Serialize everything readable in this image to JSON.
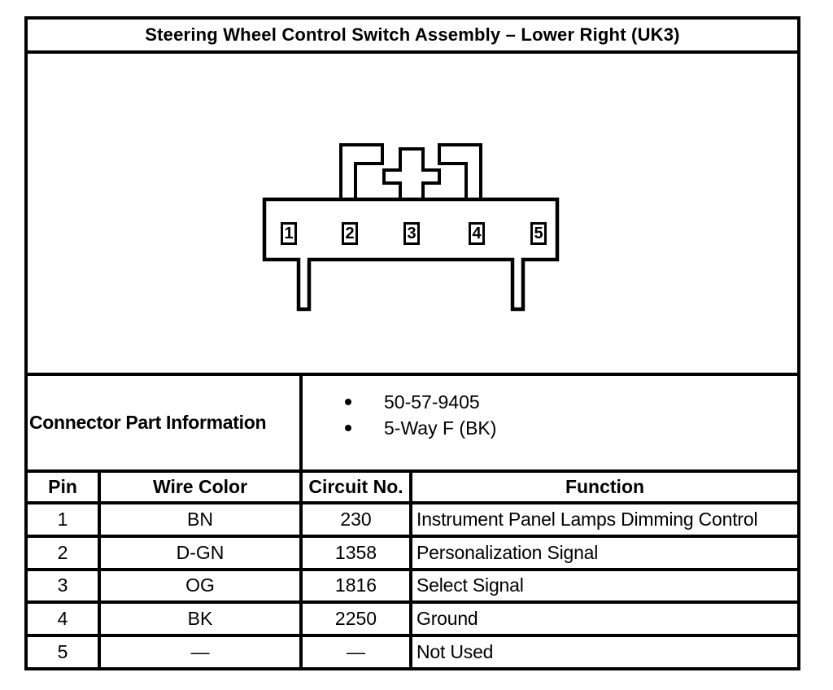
{
  "title": "Steering Wheel Control Switch Assembly – Lower Right (UK3)",
  "connector": {
    "pin_labels": [
      "1",
      "2",
      "3",
      "4",
      "5"
    ]
  },
  "part_info": {
    "label": "Connector Part Information",
    "items": [
      "50-57-9405",
      "5-Way F (BK)"
    ]
  },
  "pin_table": {
    "headers": {
      "pin": "Pin",
      "wire_color": "Wire Color",
      "circuit": "Circuit No.",
      "function": "Function"
    },
    "rows": [
      {
        "pin": "1",
        "wire_color": "BN",
        "circuit": "230",
        "function": "Instrument Panel Lamps Dimming Control"
      },
      {
        "pin": "2",
        "wire_color": "D-GN",
        "circuit": "1358",
        "function": "Personalization Signal"
      },
      {
        "pin": "3",
        "wire_color": "OG",
        "circuit": "1816",
        "function": "Select Signal"
      },
      {
        "pin": "4",
        "wire_color": "BK",
        "circuit": "2250",
        "function": "Ground"
      },
      {
        "pin": "5",
        "wire_color": "—",
        "circuit": "—",
        "function": "Not Used"
      }
    ]
  },
  "colors": {
    "ink": "#000000",
    "paper": "#ffffff"
  }
}
